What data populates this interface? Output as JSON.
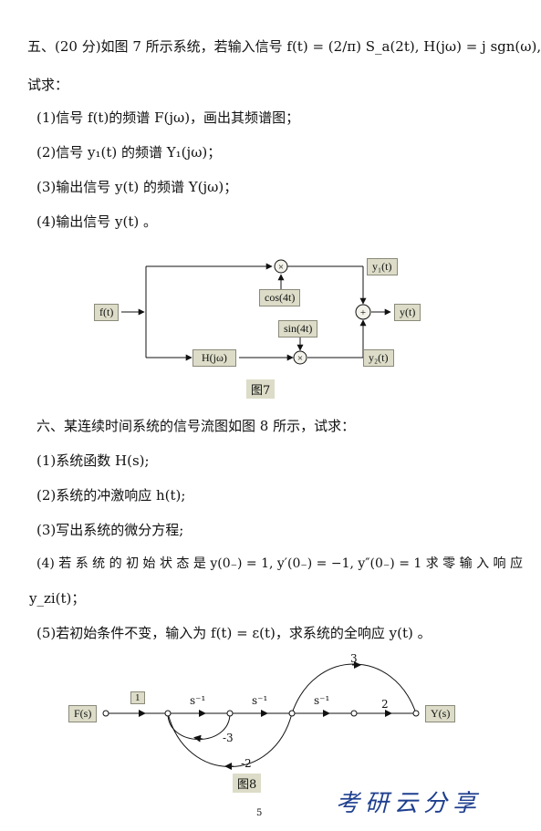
{
  "q5": {
    "l1": "五、(20 分)如图 7 所示系统，若输入信号 f(t) = (2/π) S_a(2t), H(jω) = j sgn(ω),",
    "l2": "试求：",
    "l3": "(1)信号 f(t)的频谱 F(jω)，画出其频谱图；",
    "l4": "(2)信号 y₁(t) 的频谱 Y₁(jω)；",
    "l5": "(3)输出信号 y(t) 的频谱 Y(jω)；",
    "l6": "(4)输出信号 y(t) 。"
  },
  "fig7": {
    "f": "f(t)",
    "y1": "y₁(t)",
    "y": "y(t)",
    "y2": "y₂(t)",
    "cos": "cos(4t)",
    "sin": "sin(4t)",
    "h": "H(jω)",
    "mul": "×",
    "add": "+",
    "caption": "图7"
  },
  "q6": {
    "l1": "六、某连续时间系统的信号流图如图 8 所示，试求：",
    "l2": "(1)系统函数 H(s);",
    "l3": "(2)系统的冲激响应 h(t);",
    "l4": "(3)写出系统的微分方程;",
    "l5": "(4) 若 系 统 的 初 始 状 态 是 y(0₋) = 1, y′(0₋) = −1, y″(0₋) = 1 求 零 输 入 响 应",
    "l6": "y_zi(t)；",
    "l7": "(5)若初始条件不变，输入为 f(t) = ε(t)，求系统的全响应 y(t) 。"
  },
  "fig8": {
    "F": "F(s)",
    "Y": "Y(s)",
    "g1": "1",
    "s1": "s⁻¹",
    "s2": "s⁻¹",
    "s3": "s⁻¹",
    "g2": "2",
    "g3": "3",
    "gm3": "-3",
    "gm2": "-2",
    "caption": "图8"
  },
  "page_number": "5",
  "watermark": "考研云分享"
}
